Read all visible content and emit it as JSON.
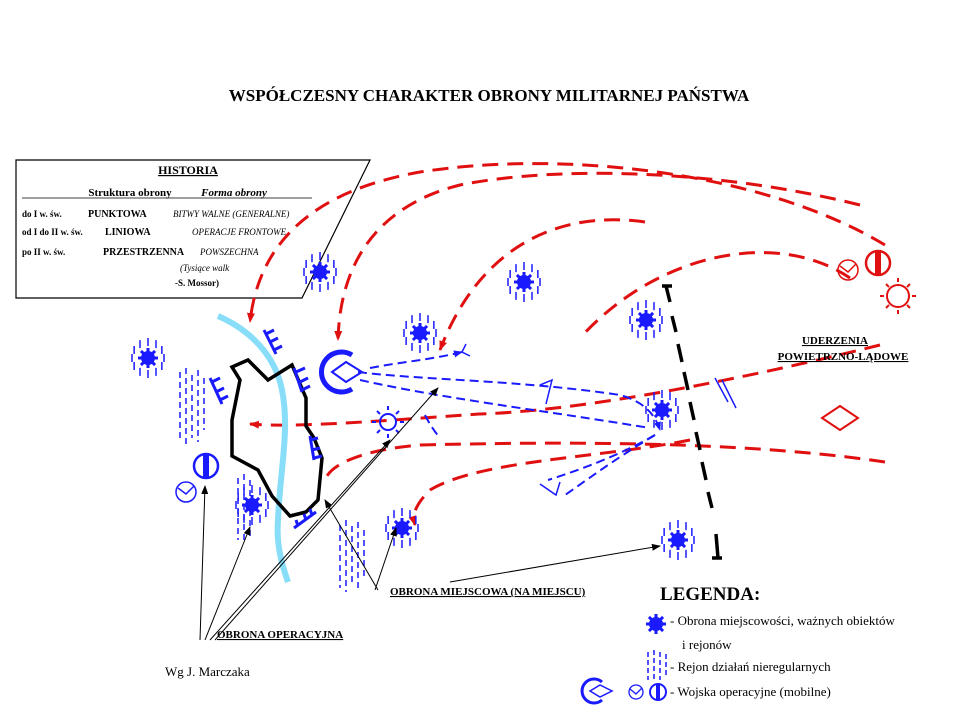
{
  "title": "WSPÓŁCZESNY CHARAKTER OBRONY MILITARNEJ PAŃSTWA",
  "history": {
    "heading": "HISTORIA",
    "col1": "Struktura obrony",
    "col2": "Forma obrony",
    "rows": [
      {
        "period": "do I w. św.",
        "structure": "PUNKTOWA",
        "form": "BITWY WALNE (GENERALNE)"
      },
      {
        "period": "od I do II w. św.",
        "structure": "LINIOWA",
        "form": "OPERACJE FRONTOWE"
      },
      {
        "period": "po II w. św.",
        "structure": "PRZESTRZENNA",
        "form": "POWSZECHNA"
      }
    ],
    "quote": "(Tysiące walk",
    "quote_author": "-S. Mossor)"
  },
  "labels": {
    "strike": [
      "UDERZENIA",
      "POWIETRZNO-LĄDOWE"
    ],
    "local_defense": "OBRONA MIEJSCOWA (NA MIEJSCU)",
    "operational_defense": "OBRONA OPERACYJNA",
    "source": "Wg J. Marczaka"
  },
  "legend": {
    "heading": "LEGENDA:",
    "items": [
      {
        "icon": "gear-icon",
        "text": "- Obrona miejscowości, ważnych obiektów"
      },
      {
        "icon": "",
        "text": "i rejonów"
      },
      {
        "icon": "hatch-icon",
        "text": "- Rejon działań nieregularnych"
      },
      {
        "icon": "mobile-unit-icons",
        "text": "- Wojska operacyjne (mobilne)"
      }
    ]
  },
  "colors": {
    "enemy": "#e01010",
    "own": "#1a1aff",
    "river": "#88ddf8",
    "text": "#000000"
  }
}
